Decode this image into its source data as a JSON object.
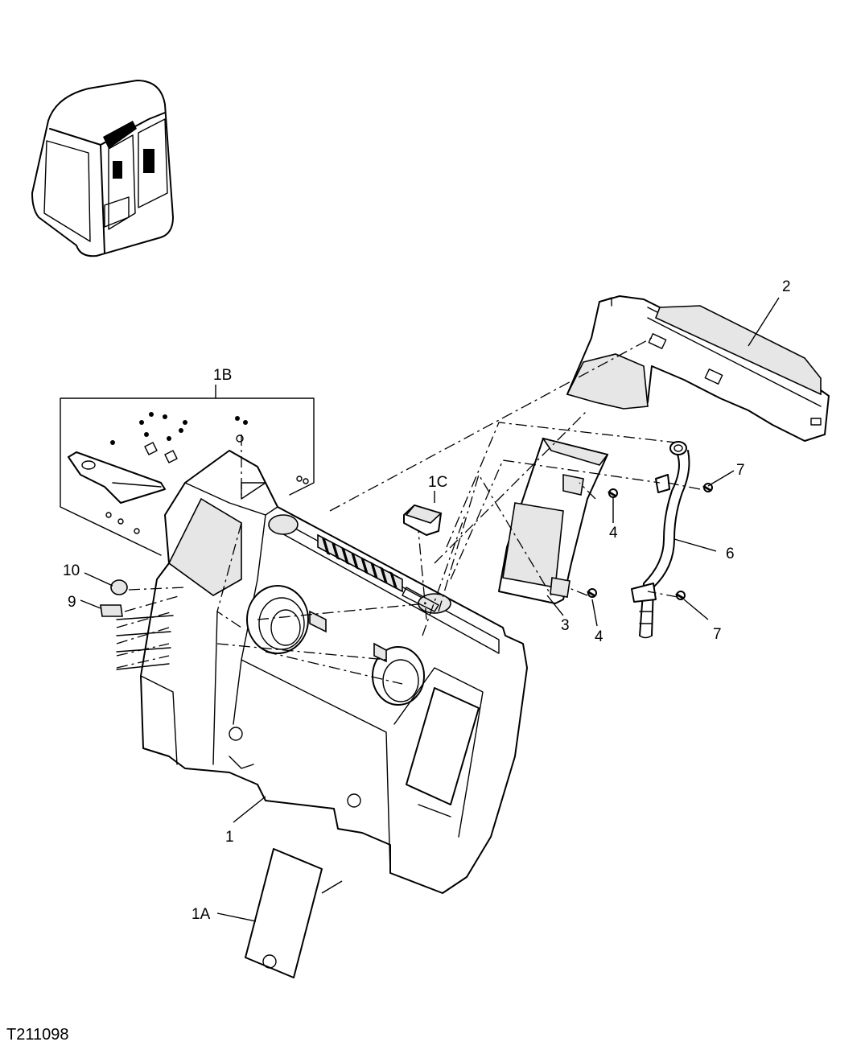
{
  "callouts": {
    "c1": "1",
    "c1a": "1A",
    "c1b": "1B",
    "c1c": "1C",
    "c2": "2",
    "c3": "3",
    "c4a": "4",
    "c4b": "4",
    "c6": "6",
    "c7a": "7",
    "c7b": "7",
    "c9": "9",
    "c10": "10"
  },
  "figure_ref": "T211098"
}
